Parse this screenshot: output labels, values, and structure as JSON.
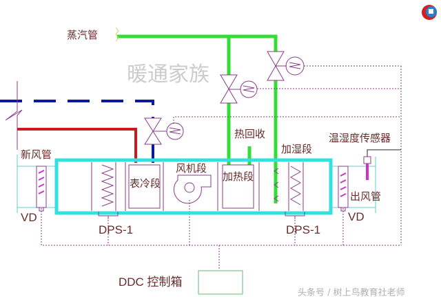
{
  "labels": {
    "steam_pipe": "蒸汽管",
    "fresh_air_duct": "新风管",
    "surface_cooling_section": "表冷段",
    "fan_section": "风机段",
    "heating_section": "加热段",
    "heat_recovery": "热回收",
    "humidifying_section": "加湿段",
    "temp_humidity_sensor": "温湿度传感器",
    "outlet_duct": "出风管",
    "vd_left": "VD",
    "vd_right": "VD",
    "dps_left": "DPS-1",
    "dps_right": "DPS-1",
    "ddc_box": "DDC 控制箱",
    "watermark": "暖通家族",
    "footer": "头条号 / 树上鸟教育社老师"
  },
  "colors": {
    "steam": "#33dd33",
    "chilled_supply": "#0a1a9a",
    "hot_water": "#cc1a1a",
    "unit_casing": "#33e0e0",
    "control_wiring": "#8a3a8a",
    "ddc_box": "#66bb66"
  }
}
